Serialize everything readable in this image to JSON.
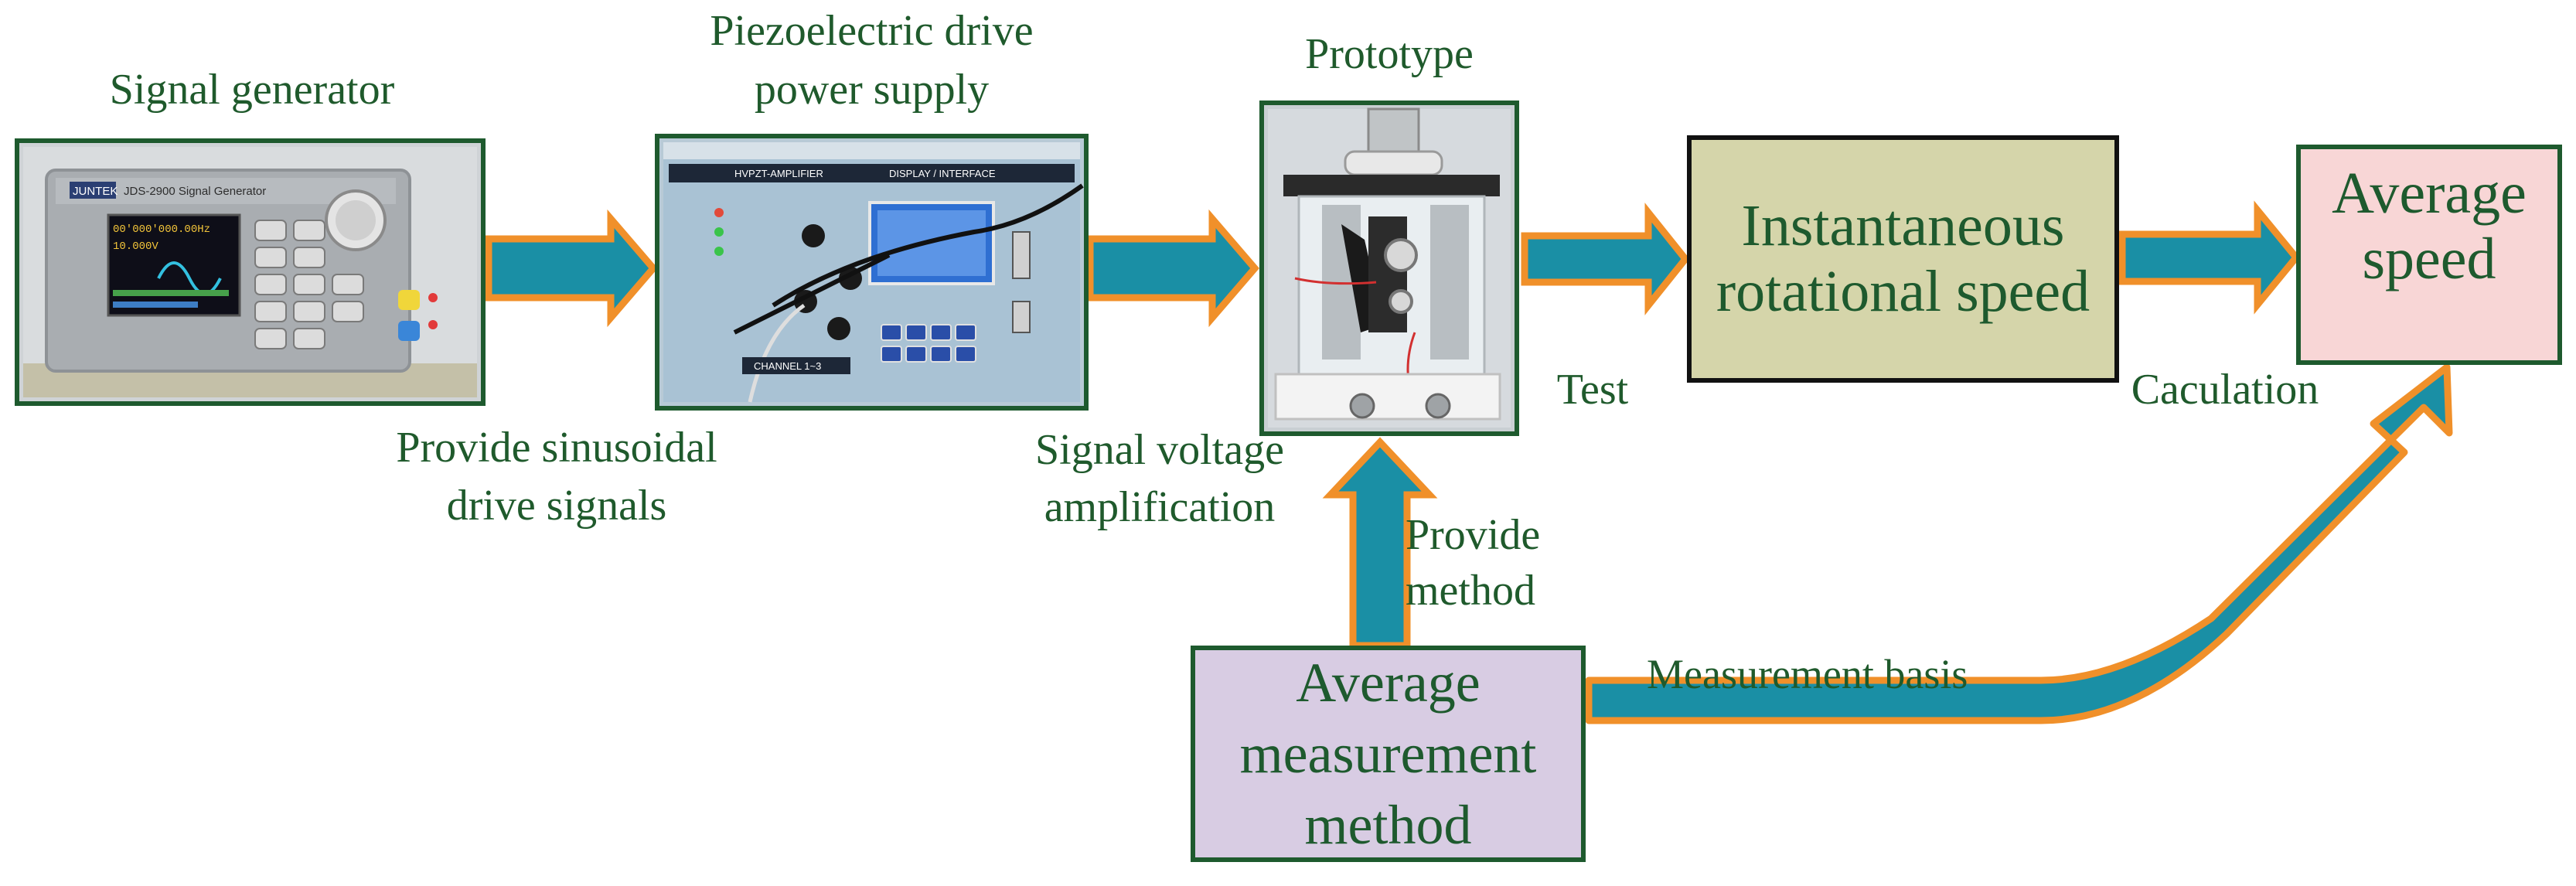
{
  "colors": {
    "arrow_fill": "#1a8fa5",
    "arrow_stroke": "#f0902a",
    "photo_border": "#1e5a2e",
    "text": "#1f5a2c",
    "rotational_box_fill": "#d5d5aa",
    "average_speed_fill": "#f8d6d6",
    "average_speed_border": "#1e5a2e",
    "method_box_fill": "#d8cce3"
  },
  "nodes": {
    "signal_generator": {
      "title": "Signal generator",
      "image": "signal-generator-photo"
    },
    "power_supply": {
      "title_line1": "Piezoelectric drive",
      "title_line2": "power supply",
      "image": "drive-power-supply-photo"
    },
    "prototype": {
      "title": "Prototype",
      "image": "prototype-photo"
    },
    "rotational_speed": {
      "line1": "Instantaneous",
      "line2": "rotational speed"
    },
    "average_speed": {
      "line1": "Average",
      "line2": "speed"
    },
    "measurement_method": {
      "line1": "Average",
      "line2": "measurement",
      "line3": "method"
    }
  },
  "edge_labels": {
    "drive_signals_line1": "Provide sinusoidal",
    "drive_signals_line2": "drive signals",
    "amplification_line1": "Signal voltage",
    "amplification_line2": "amplification",
    "test": "Test",
    "calculation": "Caculation",
    "provide_method_line1": "Provide",
    "provide_method_line2": "method",
    "measurement_basis": "Measurement basis"
  },
  "photo_text": {
    "sg_brand": "JUNTEK",
    "sg_model": "JDS-2900 Signal Generator",
    "sg_freq": "00'000'000.00Hz",
    "sg_ampl": "10.000V",
    "ps_header_left": "HVPZT-AMPLIFIER",
    "ps_header_right": "DISPLAY / INTERFACE",
    "ps_channel": "CHANNEL 1~3"
  }
}
